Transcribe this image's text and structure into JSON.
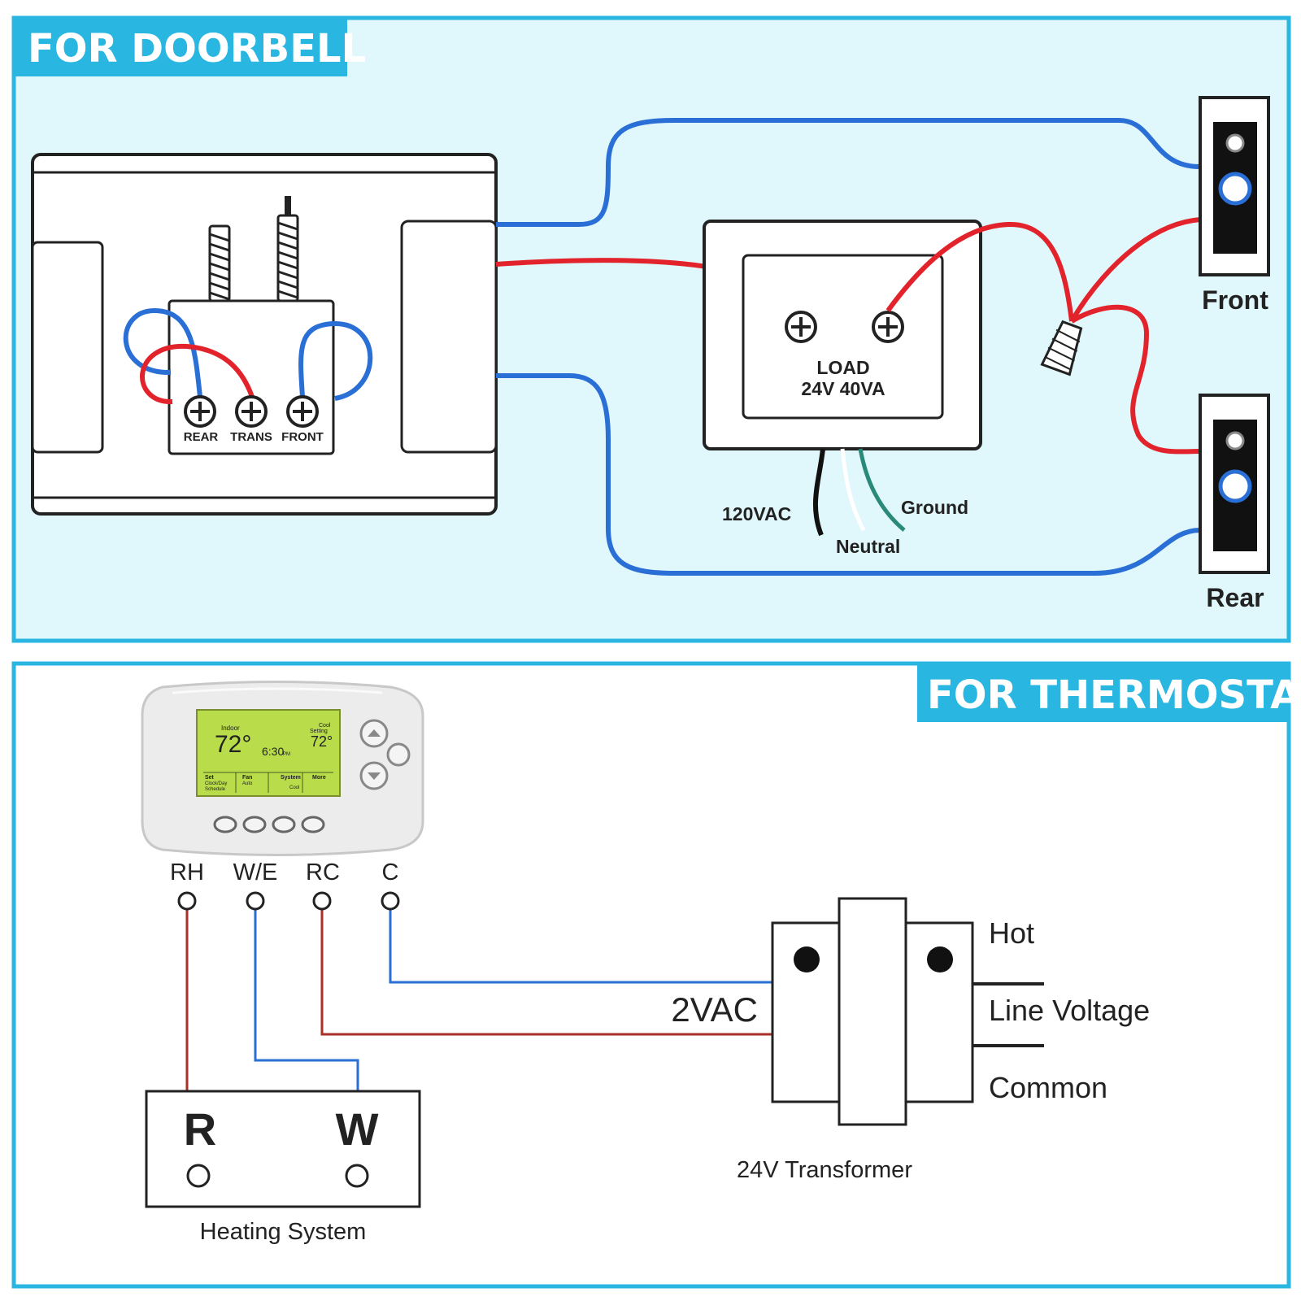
{
  "colors": {
    "accent": "#29b6e0",
    "panel_bg": "#e0f7fb",
    "wire_blue": "#2a6fd6",
    "wire_red": "#e3232b",
    "wire_brown": "#a8322a",
    "ground_green": "#2a8a7a",
    "lcd_green": "#b8dc4a"
  },
  "doorbell": {
    "title": "FOR DOORBELL",
    "chime": {
      "terminals": [
        "REAR",
        "TRANS",
        "FRONT"
      ]
    },
    "transformer": {
      "label_line1": "LOAD",
      "label_line2": "24V 40VA",
      "wires": [
        "120VAC",
        "Neutral",
        "Ground"
      ]
    },
    "buttons": {
      "front": "Front",
      "rear": "Rear"
    }
  },
  "thermostat": {
    "title": "FOR THERMOSTAT",
    "device": {
      "indoor_label": "Indoor",
      "indoor_temp": "72°",
      "time": "6:30",
      "time_suffix": "PM",
      "setting_label_1": "Cool",
      "setting_label_2": "Setting",
      "setting_temp": "72°",
      "menu": [
        "Set",
        "Fan",
        "System",
        "More"
      ],
      "menu_sub": [
        "Clock/Day",
        "Auto",
        "Cool",
        ""
      ],
      "menu_sub2": [
        "Schedule"
      ]
    },
    "terminals": [
      "RH",
      "W/E",
      "RC",
      "C"
    ],
    "heating_system": {
      "r": "R",
      "w": "W",
      "caption": "Heating System"
    },
    "voltage_label": "2VAC",
    "transformer": {
      "caption": "24V Transformer",
      "hot": "Hot",
      "line_voltage": "Line Voltage",
      "common": "Common"
    }
  }
}
